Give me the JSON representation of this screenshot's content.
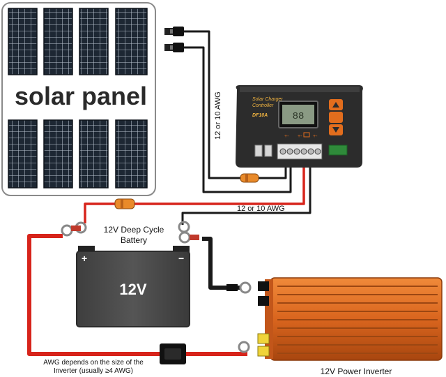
{
  "solar_panel": {
    "label": "solar panel"
  },
  "charge_controller": {
    "brand_line1": "Solar Charger",
    "brand_line2": "Controller",
    "model": "DF10A",
    "terminal_icons": [
      "+-",
      "+-",
      "+-"
    ]
  },
  "battery": {
    "title_line1": "12V Deep Cycle",
    "title_line2": "Battery",
    "voltage": "12V",
    "plus": "+",
    "minus": "−"
  },
  "inverter": {
    "label": "12V Power Inverter"
  },
  "wires": {
    "panel_to_controller_gauge": "12 or 10 AWG",
    "controller_to_battery_gauge": "12 or 10 AWG"
  },
  "note": {
    "line1": "AWG depends on the size of the",
    "line2": "Inverter (usually ≥4 AWG)"
  },
  "colors": {
    "positive_wire": "#d7241b",
    "negative_wire": "#1a1a1a",
    "panel_cell": "#1d2733",
    "controller_body": "#2c2c2c",
    "battery_body": "#4a4a4a",
    "inverter_body": "#d9651e",
    "fuse": "#e98a2a"
  }
}
